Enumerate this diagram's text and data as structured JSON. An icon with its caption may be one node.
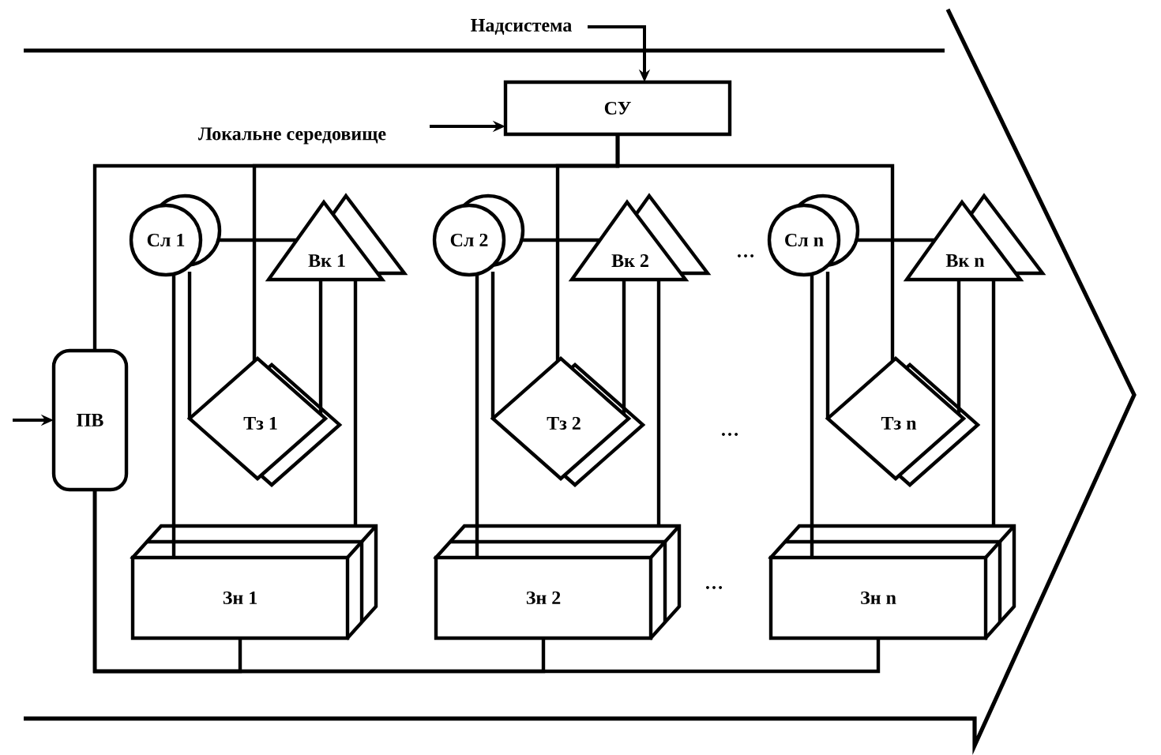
{
  "diagram": {
    "nodes": [
      {
        "text": [
          "Надсистема"
        ]
      },
      {
        "text": [
          "СУ"
        ]
      },
      {
        "text": [
          "Локальне середовище"
        ]
      },
      {
        "text": [
          "ПВ"
        ]
      },
      {
        "text": [
          "Сл 1"
        ]
      },
      {
        "text": [
          "Вк 1"
        ]
      },
      {
        "text": [
          "Тз 1"
        ]
      },
      {
        "text": [
          "Зн 1"
        ]
      },
      {
        "text": [
          "Сл 2"
        ]
      },
      {
        "text": [
          "Вк 2"
        ]
      },
      {
        "text": [
          "Тз 2"
        ]
      },
      {
        "text": [
          "Зн 2"
        ]
      },
      {
        "text": [
          "Сл n"
        ]
      },
      {
        "text": [
          "Вк n"
        ]
      },
      {
        "text": [
          "Тз n"
        ]
      },
      {
        "text": [
          "Зн n"
        ]
      }
    ],
    "edges": [
      {
        "from": 0,
        "to": 1,
        "arrow": "to"
      },
      {
        "from": 2,
        "to": 1,
        "arrow": "to"
      },
      {
        "from": null,
        "to": 3,
        "arrow": "to"
      },
      {
        "from": 1,
        "to": 3,
        "arrow": "none"
      },
      {
        "from": 1,
        "to": 6,
        "arrow": "none"
      },
      {
        "from": 1,
        "to": 10,
        "arrow": "none"
      },
      {
        "from": 1,
        "to": 14,
        "arrow": "none"
      },
      {
        "from": 3,
        "to": 7,
        "arrow": "none"
      },
      {
        "from": 3,
        "to": 11,
        "arrow": "none"
      },
      {
        "from": 3,
        "to": 15,
        "arrow": "none"
      },
      {
        "from": 4,
        "to": 5,
        "arrow": "none"
      },
      {
        "from": 4,
        "to": 7,
        "arrow": "none"
      },
      {
        "from": 4,
        "to": 6,
        "arrow": "none"
      },
      {
        "from": 5,
        "to": 6,
        "arrow": "none"
      },
      {
        "from": 5,
        "to": 7,
        "arrow": "none"
      },
      {
        "from": 8,
        "to": 9,
        "arrow": "none"
      },
      {
        "from": 8,
        "to": 11,
        "arrow": "none"
      },
      {
        "from": 8,
        "to": 10,
        "arrow": "none"
      },
      {
        "from": 9,
        "to": 10,
        "arrow": "none"
      },
      {
        "from": 9,
        "to": 11,
        "arrow": "none"
      },
      {
        "from": 12,
        "to": 13,
        "arrow": "none"
      },
      {
        "from": 12,
        "to": 15,
        "arrow": "none"
      },
      {
        "from": 12,
        "to": 14,
        "arrow": "none"
      },
      {
        "from": 13,
        "to": 14,
        "arrow": "none"
      },
      {
        "from": 13,
        "to": 15,
        "arrow": "none"
      }
    ],
    "labels": [
      "…",
      "…",
      "…"
    ]
  }
}
